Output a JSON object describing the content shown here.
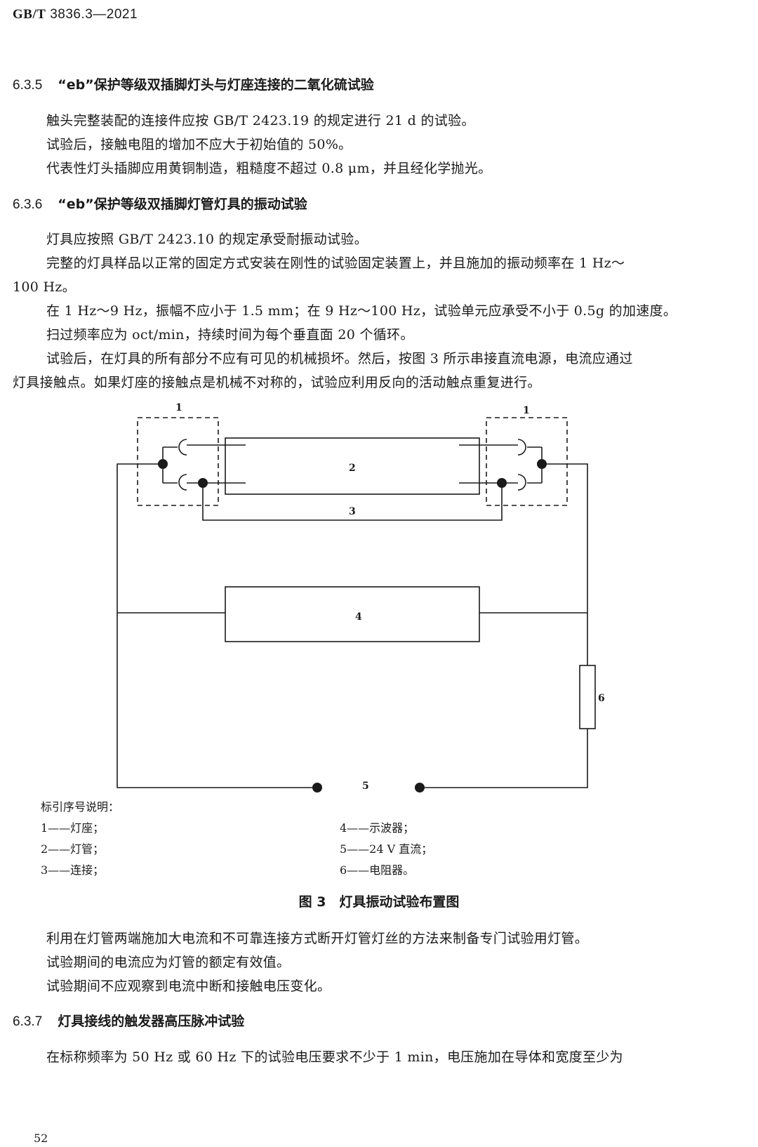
{
  "header": {
    "code": "GB/T",
    "number": "3836.3—2021"
  },
  "section_635": {
    "number": "6.3.5",
    "title": "“eb”保护等级双插脚灯头与灯座连接的二氧化硫试验",
    "p1": "触头完整装配的连接件应按 GB/T 2423.19 的规定进行 21 d 的试验。",
    "p2": "试验后，接触电阻的增加不应大于初始值的 50%。",
    "p3": "代表性灯头插脚应用黄铜制造，粗糙度不超过 0.8 μm，并且经化学抛光。"
  },
  "section_636": {
    "number": "6.3.6",
    "title": "“eb”保护等级双插脚灯管灯具的振动试验",
    "p1": "灯具应按照 GB/T 2423.10 的规定承受耐振动试验。",
    "p2a": "完整的灯具样品以正常的固定方式安装在刚性的试验固定装置上，并且施加的振动频率在 1 Hz～",
    "p2b": "100 Hz。",
    "p3": "在 1 Hz～9 Hz，振幅不应小于 1.5 mm；在 9 Hz～100 Hz，试验单元应承受不小于 0.5g 的加速度。",
    "p4": "扫过频率应为 oct/min，持续时间为每个垂直面 20 个循环。",
    "p5a": "试验后，在灯具的所有部分不应有可见的机械损坏。然后，按图 3 所示串接直流电源，电流应通过",
    "p5b": "灯具接触点。如果灯座的接触点是机械不对称的，试验应利用反向的活动触点重复进行。"
  },
  "figure": {
    "labels": {
      "lampholder_left": "1",
      "lampholder_right": "1",
      "tube": "2",
      "connection": "3",
      "oscilloscope": "4",
      "dc": "5",
      "resistor": "6"
    },
    "legend_title": "标引序号说明：",
    "legend": [
      "1——灯座；",
      "2——灯管；",
      "3——连接；",
      "4——示波器；",
      "5——24 V 直流；",
      "6——电阻器。"
    ],
    "caption": "图 3　灯具振动试验布置图"
  },
  "after_figure": {
    "p1": "利用在灯管两端施加大电流和不可靠连接方式断开灯管灯丝的方法来制备专门试验用灯管。",
    "p2": "试验期间的电流应为灯管的额定有效值。",
    "p3": "试验期间不应观察到电流中断和接触电压变化。"
  },
  "section_637": {
    "number": "6.3.7",
    "title": "灯具接线的触发器高压脉冲试验",
    "p1": "在标称频率为 50 Hz 或 60 Hz 下的试验电压要求不少于 1 min，电压施加在导体和宽度至少为"
  },
  "page_number": "52"
}
